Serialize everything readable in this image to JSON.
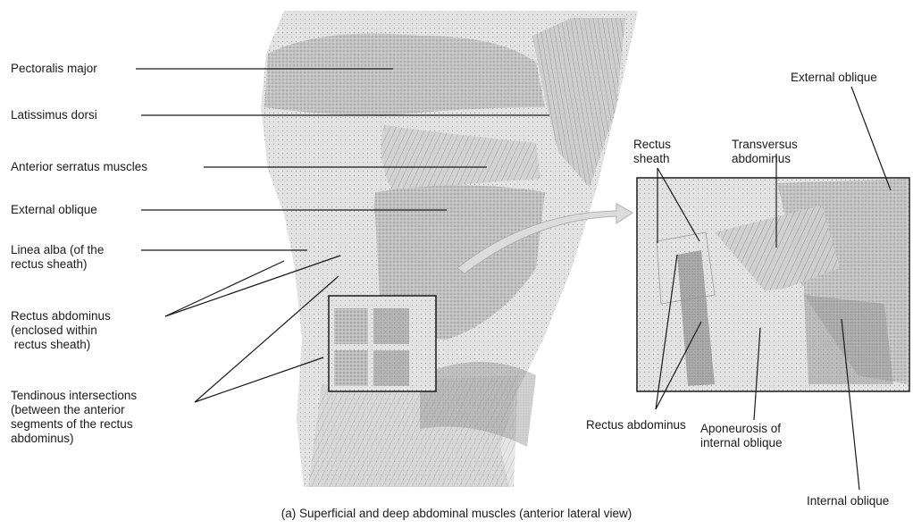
{
  "left_labels": {
    "pectoralis_major": "Pectoralis major",
    "latissimus_dorsi": "Latissimus dorsi",
    "anterior_serratus": "Anterior serratus muscles",
    "external_oblique": "External oblique",
    "linea_alba": "Linea alba (of the\nrectus sheath)",
    "rectus_abdominus": "Rectus abdominus\n(enclosed within\n rectus sheath)",
    "tendinous_intersections": "Tendinous intersections\n(between the anterior\nsegments of the rectus\nabdominus)"
  },
  "right_labels": {
    "rectus_sheath": "Rectus\nsheath",
    "transversus_abdominus": "Transversus\nabdominus",
    "external_oblique": "External oblique",
    "rectus_abdominus": "Rectus abdominus",
    "aponeurosis": "Aponeurosis of\ninternal oblique",
    "internal_oblique": "Internal oblique"
  },
  "caption": "(a) Superficial and deep abdominal muscles (anterior lateral view)"
}
